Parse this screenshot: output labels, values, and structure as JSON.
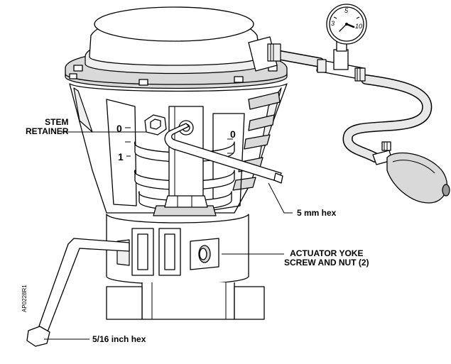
{
  "labels": {
    "stem_retainer_line1": "STEM",
    "stem_retainer_line2": "RETAINER",
    "hex_5mm": "5 mm hex",
    "actuator_line1": "ACTUATOR YOKE",
    "actuator_line2": "SCREW AND NUT (2)",
    "hex_5_16": "5/16 inch hex"
  },
  "figure_code": "AP0228R1",
  "gauge": {
    "tick_labels": [
      "3",
      "5",
      "10"
    ]
  },
  "scale_marks": [
    "0",
    "1",
    "0"
  ]
}
